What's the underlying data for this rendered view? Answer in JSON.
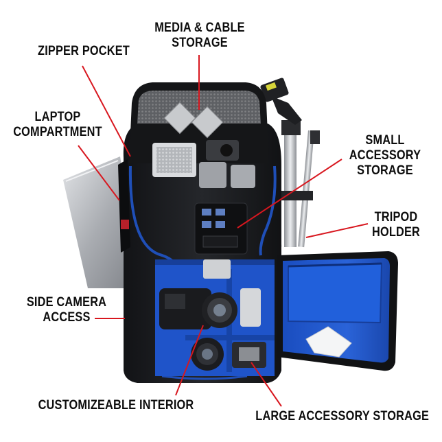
{
  "labels": {
    "media_cable": {
      "line1": "MEDIA & CABLE",
      "line2": "STORAGE"
    },
    "zipper_pocket": {
      "line1": "ZIPPER POCKET"
    },
    "laptop": {
      "line1": "LAPTOP",
      "line2": "COMPARTMENT"
    },
    "small_accessory": {
      "line1": "SMALL",
      "line2": "ACCESSORY",
      "line3": "STORAGE"
    },
    "tripod_holder": {
      "line1": "TRIPOD",
      "line2": "HOLDER"
    },
    "side_camera": {
      "line1": "SIDE CAMERA",
      "line2": "ACCESS"
    },
    "customizeable": {
      "line1": "CUSTOMIZEABLE INTERIOR"
    },
    "large_accessory": {
      "line1": "LARGE ACCESSORY STORAGE"
    }
  },
  "colors": {
    "callout_line": "#d8171f",
    "bag_body": "#1b1c1f",
    "bag_trim": "#1f4fb8",
    "interior_blue": "#1f54c9",
    "laptop_silver": "#b9bcc1",
    "tripod_metal": "#c9cbcf"
  }
}
